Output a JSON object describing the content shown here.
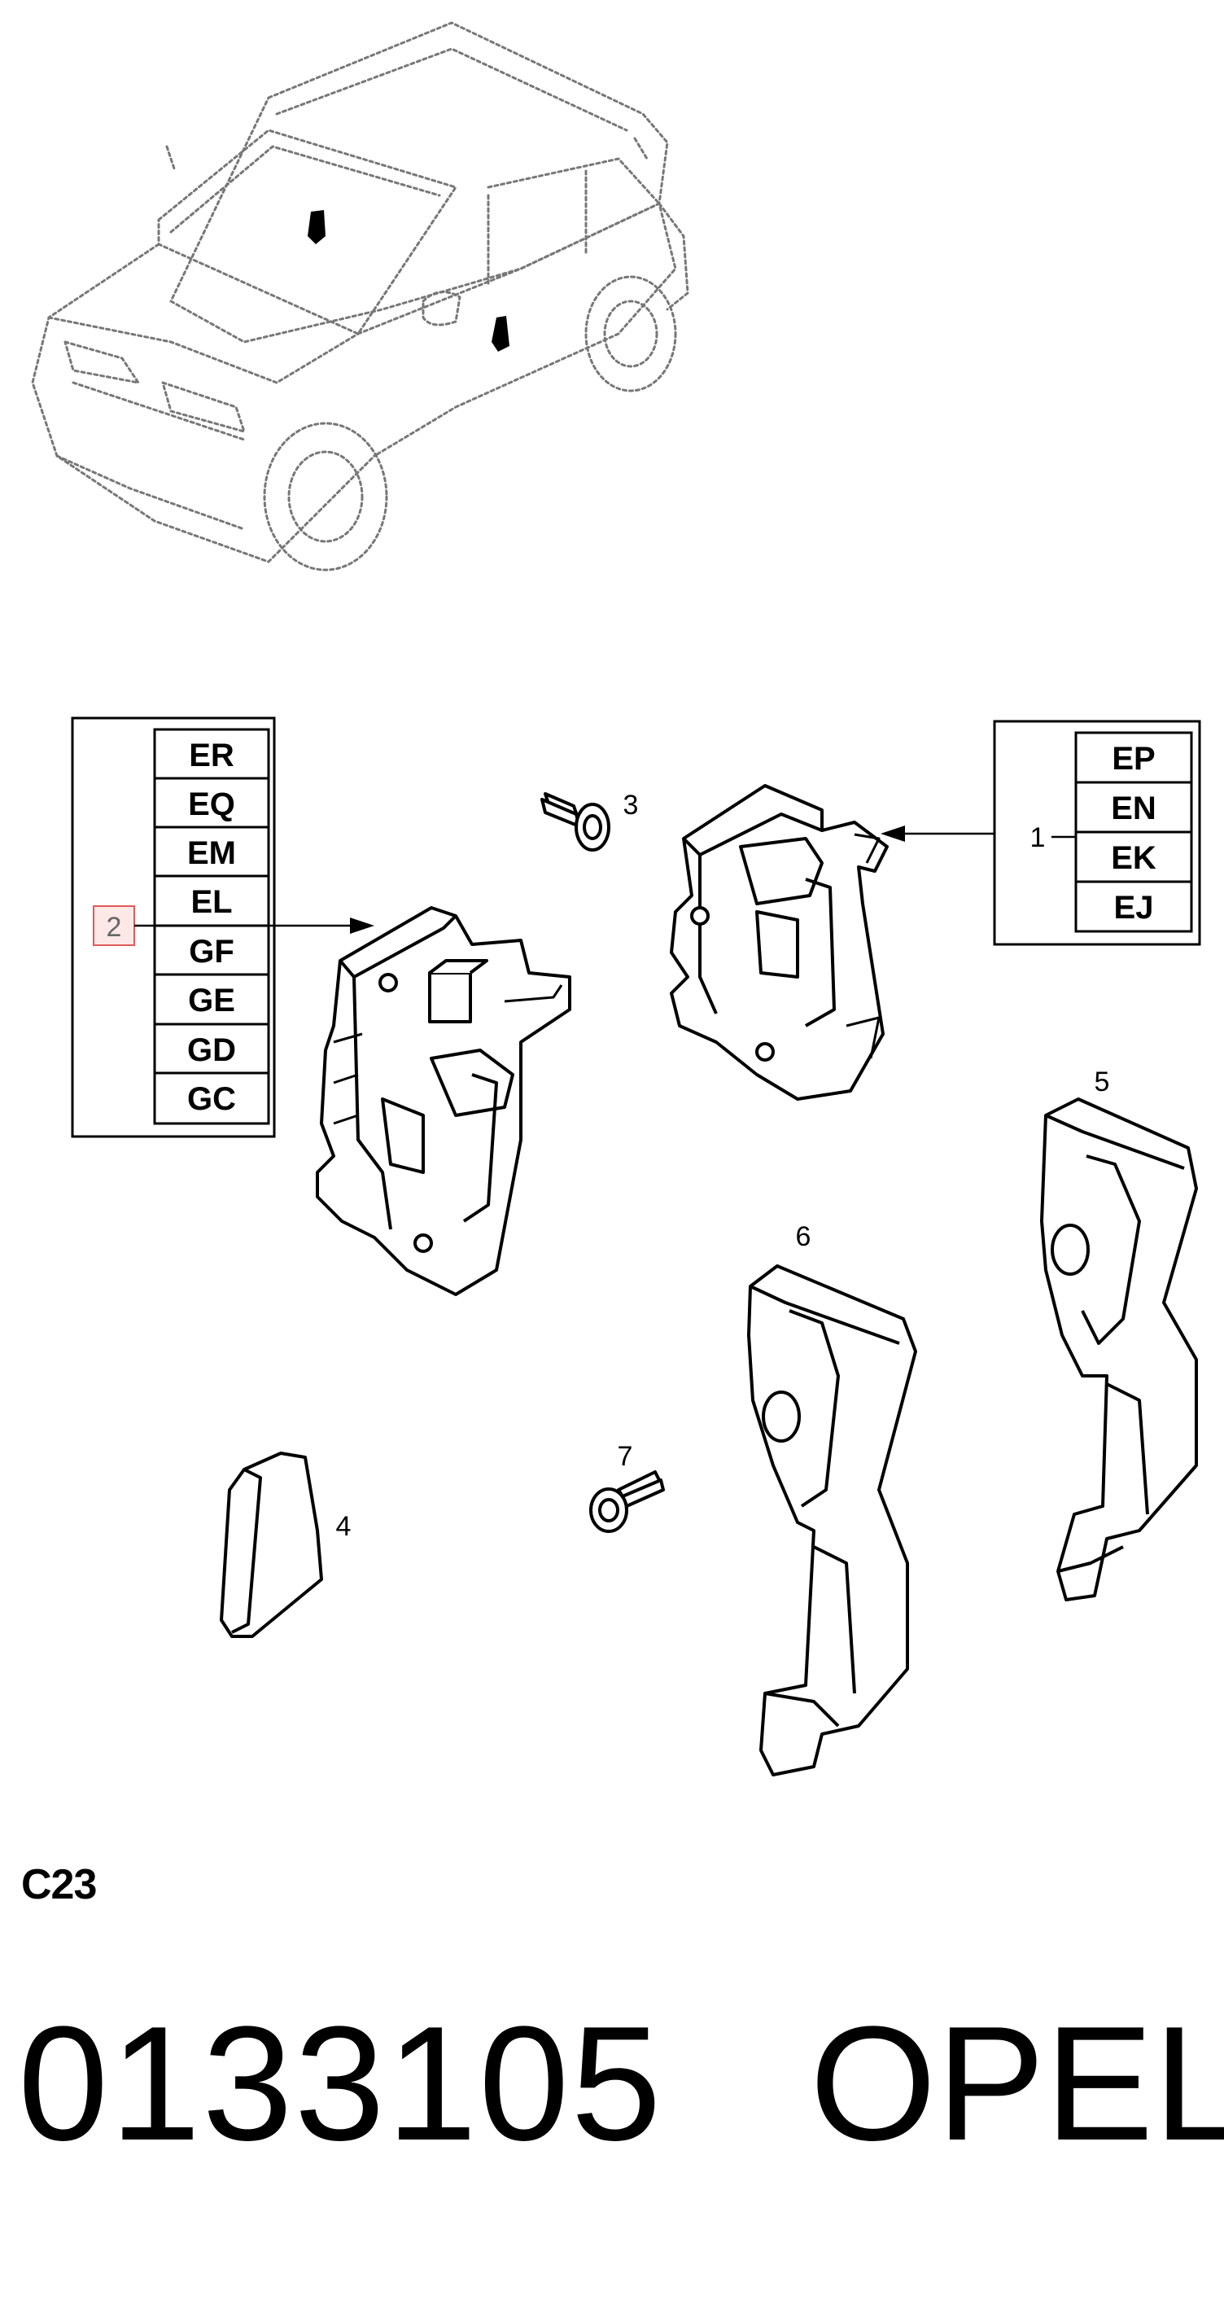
{
  "diagram": {
    "page_code": "C23",
    "part_number": "0133105",
    "brand": "OPEL",
    "callouts": {
      "c1": "1",
      "c2": "2",
      "c3": "3",
      "c4": "4",
      "c5": "5",
      "c6": "6",
      "c7": "7"
    },
    "table_left": {
      "codes": [
        "ER",
        "EQ",
        "EM",
        "EL",
        "GF",
        "GE",
        "GD",
        "GC"
      ]
    },
    "table_right": {
      "codes": [
        "EP",
        "EN",
        "EK",
        "EJ"
      ]
    }
  }
}
